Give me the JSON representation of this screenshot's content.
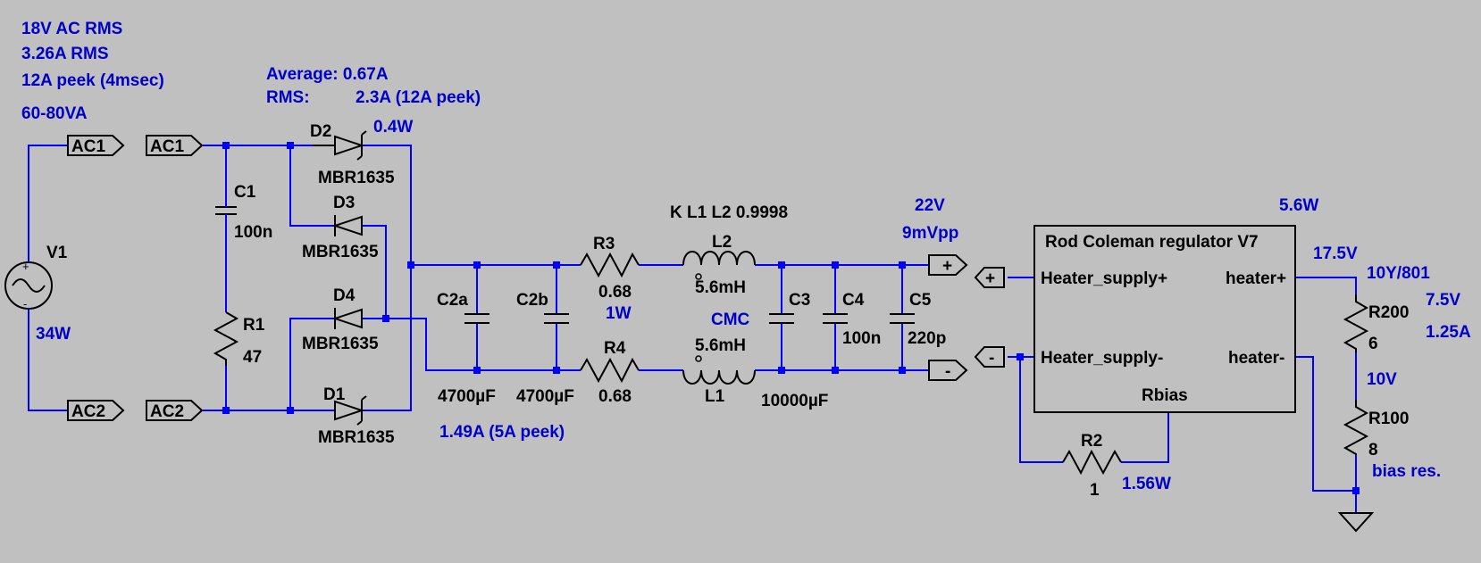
{
  "annotations": {
    "input_voltage": "18V AC RMS",
    "input_current": "3.26A RMS",
    "input_peak": "12A peek (4msec)",
    "input_va": "60-80VA",
    "diode_avg": "Average:  0.67A",
    "diode_rms_label": "RMS:",
    "diode_rms_value": "2.3A (12A peek)",
    "diode_power": "0.4W",
    "source_power": "34W",
    "filter_current": "1.49A (5A peek)",
    "r3_power": "1W",
    "coupling": "K L1 L2 0.9998",
    "out_voltage": "22V",
    "out_ripple": "9mVpp",
    "reg_power": "5.6W",
    "heater_voltage": "17.5V",
    "tube": "10Y/801",
    "tube_voltage": "7.5V",
    "tube_current": "1.25A",
    "bias_voltage": "10V",
    "bias_label": "bias res.",
    "r2_power": "1.56W"
  },
  "components": {
    "v1": "V1",
    "c1": "C1",
    "c1_val": "100n",
    "r1": "R1",
    "r1_val": "47",
    "d1": "D1",
    "d2": "D2",
    "d3": "D3",
    "d4": "D4",
    "diode_part": "MBR1635",
    "c2a": "C2a",
    "c2b": "C2b",
    "c2_val": "4700µF",
    "r3": "R3",
    "r3_val": "0.68",
    "r4": "R4",
    "r4_val": "0.68",
    "l1": "L1",
    "l2": "L2",
    "l_val": "5.6mH",
    "cmc": "CMC",
    "c3": "C3",
    "c3_val": "10000µF",
    "c4": "C4",
    "c4_val": "100n",
    "c5": "C5",
    "c5_val": "220p",
    "r2": "R2",
    "r2_val": "1",
    "r200": "R200",
    "r200_val": "6",
    "r100": "R100",
    "r100_val": "8"
  },
  "net_labels": {
    "ac1": "AC1",
    "ac2": "AC2",
    "plus": "+",
    "minus": "-"
  },
  "regulator": {
    "title": "Rod Coleman regulator V7",
    "pin_supply_plus": "Heater_supply+",
    "pin_supply_minus": "Heater_supply-",
    "pin_heater_plus": "heater+",
    "pin_heater_minus": "heater-",
    "pin_rbias": "Rbias"
  }
}
